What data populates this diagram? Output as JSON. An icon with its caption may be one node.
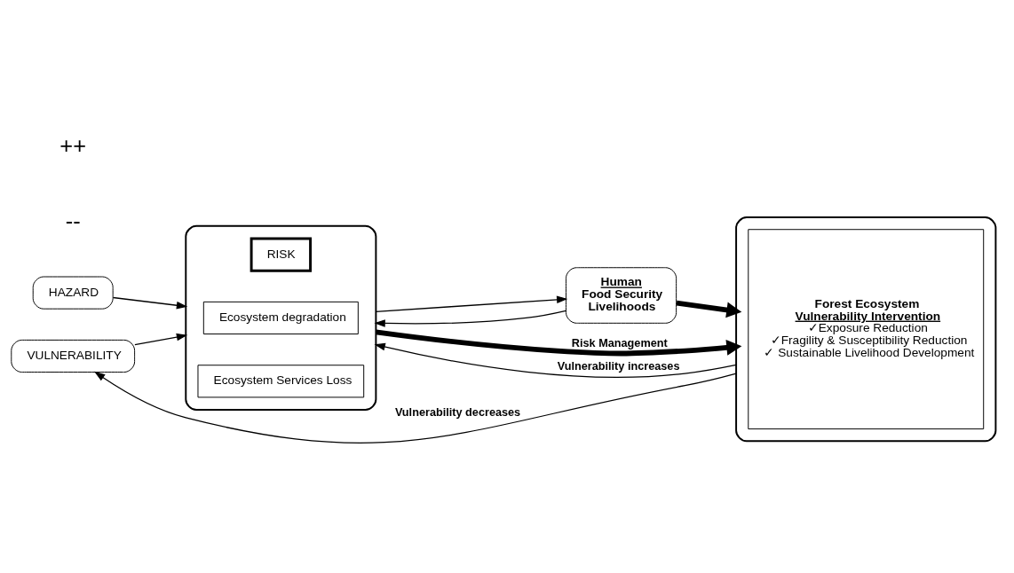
{
  "diagram": {
    "nodes": [
      {
        "text": [
          "HAZARD"
        ]
      },
      {
        "text": [
          "VULNERABILITY"
        ]
      },
      {
        "text": [],
        "shape": "box"
      },
      {
        "text": [
          "RISK"
        ],
        "in": 2
      },
      {
        "text": [
          "Ecosystem degradation"
        ],
        "in": 2
      },
      {
        "text": [
          "Ecosystem Services Loss"
        ],
        "in": 2
      },
      {
        "text": [
          "Human",
          "Food Security",
          "Livelihoods"
        ]
      },
      {
        "text": [],
        "shape": "box"
      },
      {
        "text": [
          "Forest Ecosystem Vulnerability Intervention",
          "✓Exposure Reduction",
          "✓Fragility & Susceptibility Reduction",
          "✓ Sustainable Livelihood Development"
        ],
        "in": 7
      }
    ],
    "edges": [
      {
        "from": 0,
        "to": 2,
        "arrow": "to"
      },
      {
        "from": 1,
        "to": 2,
        "arrow": "to"
      },
      {
        "from": 2,
        "to": 6,
        "arrow": "to"
      },
      {
        "from": 6,
        "to": 2,
        "arrow": "to"
      },
      {
        "from": 2,
        "to": 7,
        "arrow": "to",
        "label": "Risk Management",
        "style": "thick"
      },
      {
        "from": 6,
        "to": 7,
        "arrow": "to",
        "style": "thick"
      },
      {
        "from": 7,
        "to": 2,
        "arrow": "to",
        "label": "Vulnerability increases"
      },
      {
        "from": 7,
        "to": 1,
        "arrow": "to",
        "label": "Vulnerability decreases"
      }
    ],
    "labels": [
      "--",
      "++"
    ]
  }
}
